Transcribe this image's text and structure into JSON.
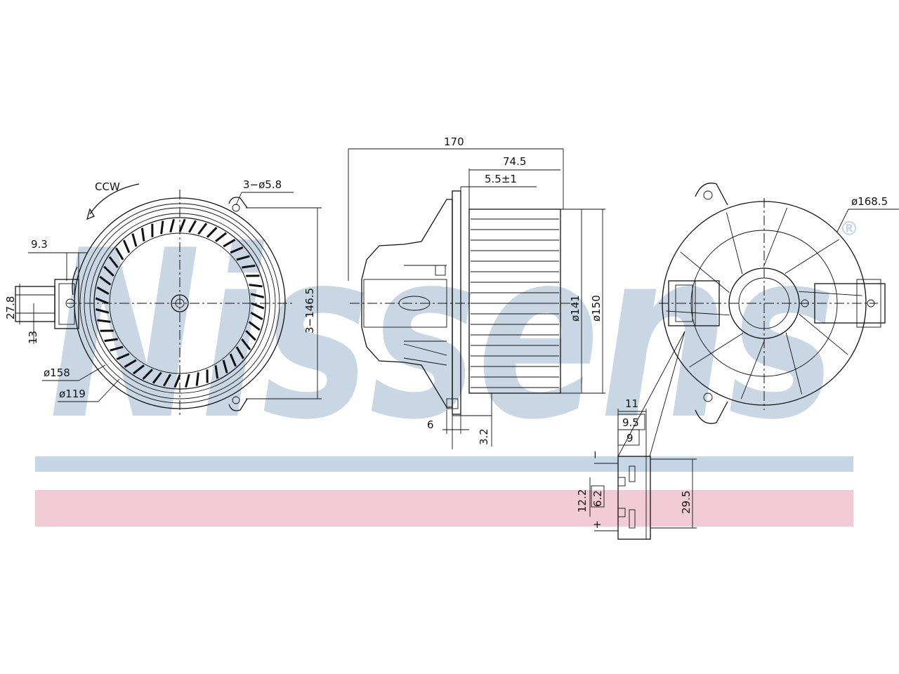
{
  "watermark": {
    "brand": "Nissens",
    "registered": "®"
  },
  "bands": {
    "blue": "#c5d6e6",
    "pink": "#f1cbd6"
  },
  "front_view": {
    "rotation": "CCW",
    "holes": "3−ø5.8",
    "bolt_circle": "3−146.5",
    "connector_offset": "9.3",
    "connector_height": "27.8",
    "connector_pin": "13",
    "outer_diameter": "ø158",
    "inner_diameter": "ø119"
  },
  "side_view": {
    "overall_length": "170",
    "wheel_length": "74.5",
    "flange_gap": "5.5±1",
    "wheel_diameter": "ø141",
    "housing_diameter": "ø150",
    "flange_offset": "6",
    "flange_thickness": "3.2"
  },
  "rear_view": {
    "outer_diameter": "ø168.5"
  },
  "connector_detail": {
    "width_total": "11",
    "width_a": "9.5",
    "width_b": "9",
    "height_total": "29.5",
    "pin_pitch": "12.2",
    "key_height": "6.2",
    "terminal_minus": "−",
    "terminal_plus": "+"
  }
}
